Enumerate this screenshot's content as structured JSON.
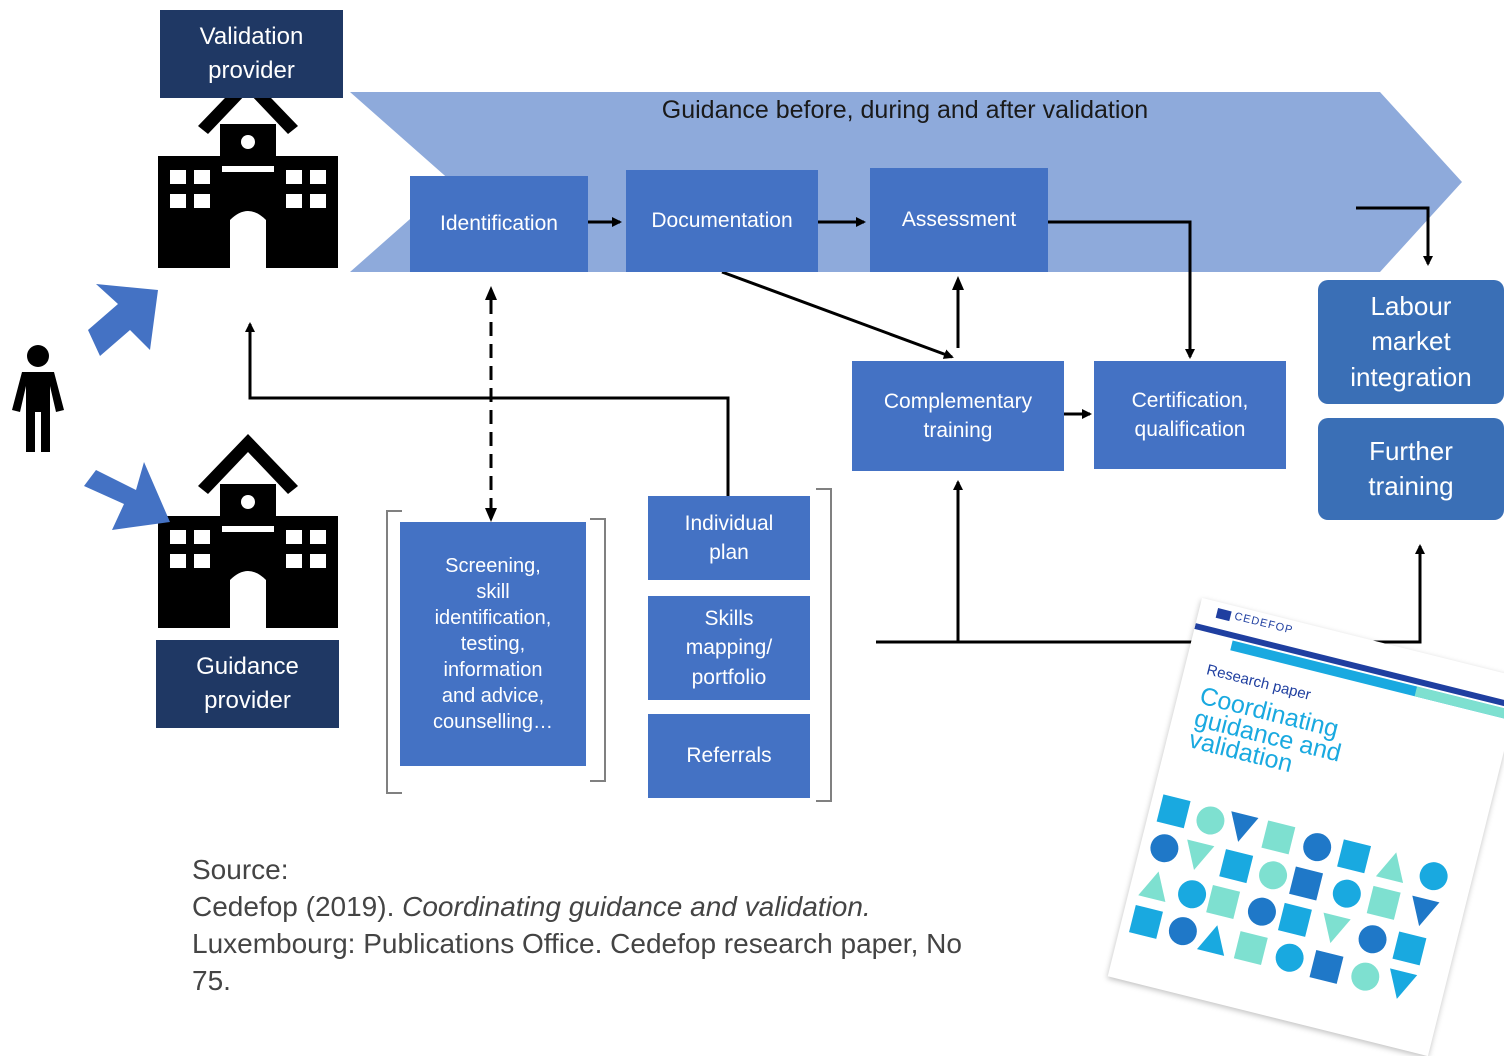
{
  "banner": {
    "label": "Guidance before, during and after validation"
  },
  "providers": {
    "validation": "Validation\nprovider",
    "guidance": "Guidance\nprovider"
  },
  "process": {
    "identification": "Identification",
    "documentation": "Documentation",
    "assessment": "Assessment",
    "complementary_training": "Complementary\ntraining",
    "certification": "Certification,\nqualification"
  },
  "guidance_activities": {
    "screening": "Screening,\nskill\nidentification,\ntesting,\ninformation\nand advice,\ncounselling…",
    "individual_plan": "Individual\nplan",
    "skills_mapping": "Skills\nmapping/\nportfolio",
    "referrals": "Referrals"
  },
  "outcomes": {
    "labour_market": "Labour\nmarket\nintegration",
    "further_training": "Further\ntraining"
  },
  "source": {
    "heading": "Source:",
    "citation_prefix": "Cedefop (2019). ",
    "citation_title": "Coordinating guidance and validation.",
    "citation_rest": "Luxembourg: Publications Office. Cedefop research paper, No 75."
  },
  "cover": {
    "brand": "CEDEFOP",
    "kind": "Research paper",
    "title": "Coordinating\nguidance and\nvalidation"
  },
  "colors": {
    "banner": "#8eaadb",
    "box": "#4472c4",
    "navy": "#1f3864",
    "accent_arrow": "#4472c4"
  },
  "icons": [
    "building-icon",
    "person-icon",
    "blue-arrow-icon"
  ]
}
